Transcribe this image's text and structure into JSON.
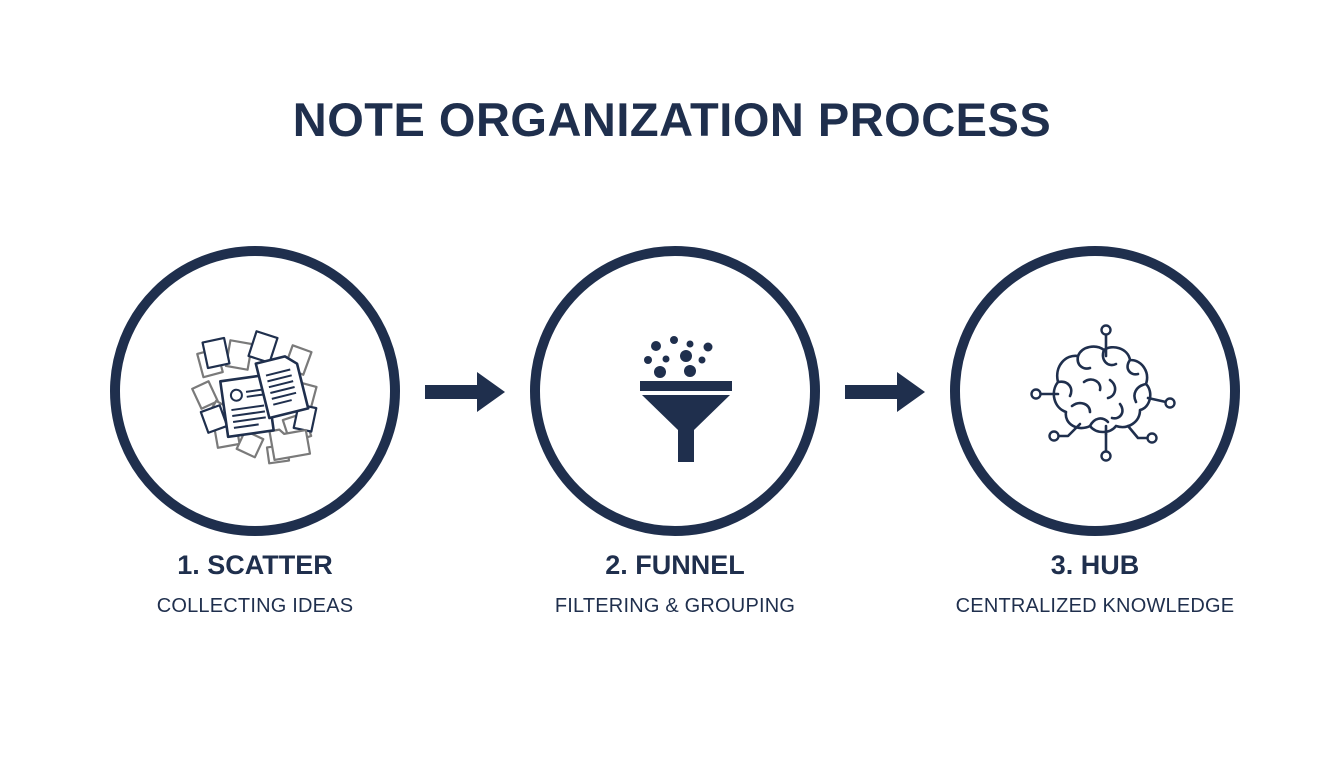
{
  "title": "NOTE ORGANIZATION PROCESS",
  "colors": {
    "primary": "#1f2f4d",
    "secondary": "#7a7a7a",
    "background": "#ffffff"
  },
  "steps": [
    {
      "label": "1. SCATTER",
      "subtitle": "COLLECTING IDEAS",
      "icon": "scattered-documents-icon"
    },
    {
      "label": "2. FUNNEL",
      "subtitle": "FILTERING & GROUPING",
      "icon": "funnel-icon"
    },
    {
      "label": "3. HUB",
      "subtitle": "CENTRALIZED KNOWLEDGE",
      "icon": "brain-network-icon"
    }
  ]
}
